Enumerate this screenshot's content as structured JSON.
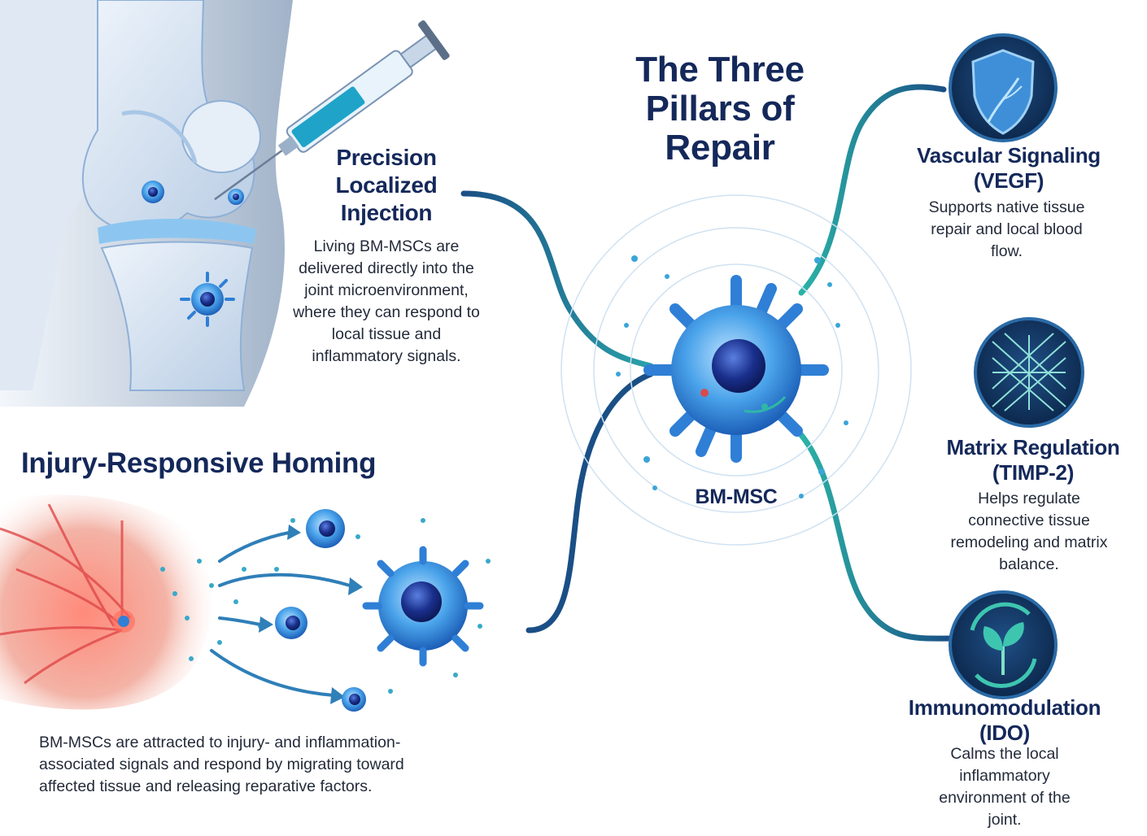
{
  "title": "The Three Pillars of Repair",
  "injection": {
    "title": "Precision Localized Injection",
    "description": "Living BM-MSCs are delivered directly into the joint microenvironment, where they can respond to local tissue and inflammatory signals."
  },
  "homing": {
    "title": "Injury-Responsive Homing",
    "description": "BM-MSCs are attracted to injury- and inflammation-associated signals and respond by migrating toward affected tissue and releasing reparative factors."
  },
  "center_cell": {
    "label": "BM-MSC"
  },
  "pillars": [
    {
      "title": "Vascular Signaling (VEGF)",
      "description": "Supports native tissue repair and local blood flow.",
      "icon": "shield-vessel-icon"
    },
    {
      "title": "Matrix Regulation (TIMP-2)",
      "description": "Helps regulate connective tissue remodeling and matrix balance.",
      "icon": "matrix-mesh-icon"
    },
    {
      "title": "Immunomodulation (IDO)",
      "description": "Calms the local inflammatory environment of the joint.",
      "icon": "leaf-cycle-icon"
    }
  ],
  "colors": {
    "navy": "#14285a",
    "cell_blue": "#2f7fd6",
    "teal": "#2fb7a6",
    "inflammation_red": "#e04848"
  }
}
